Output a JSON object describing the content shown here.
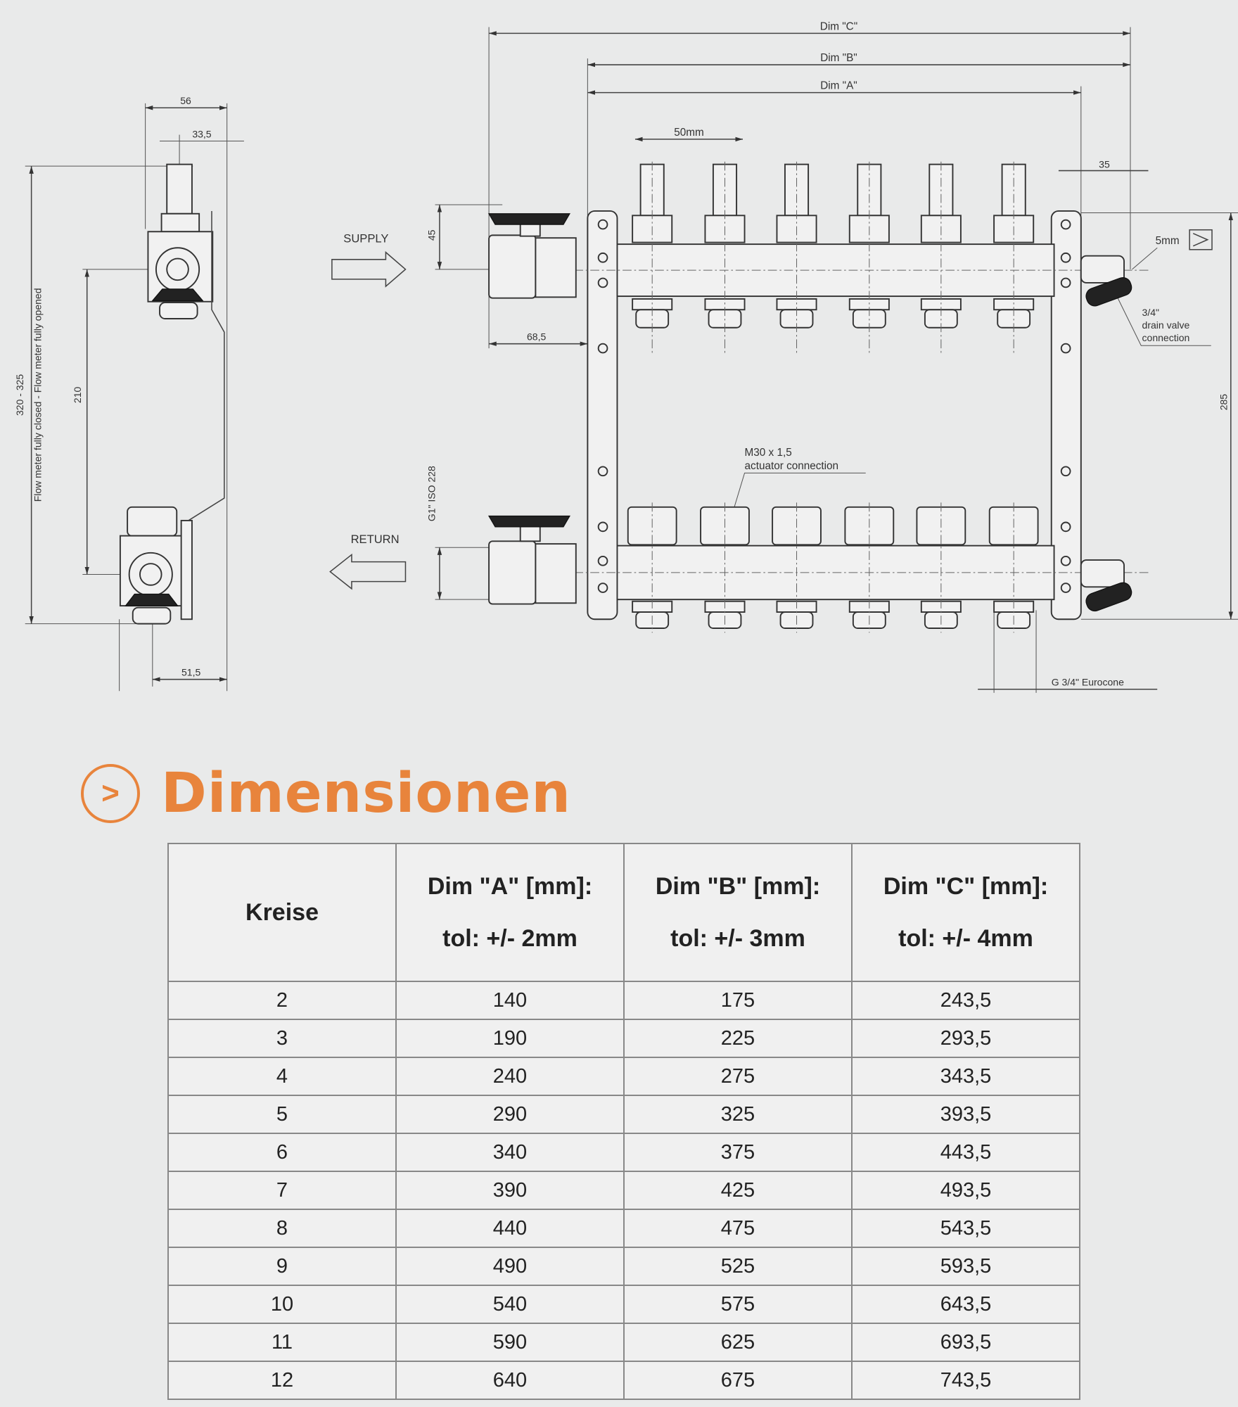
{
  "drawing": {
    "dim_c": "Dim \"C\"",
    "dim_b": "Dim \"B\"",
    "dim_a": "Dim \"A\"",
    "spacing": "50mm",
    "width_56": "56",
    "offset_33_5": "33,5",
    "height_range": "320 - 325",
    "flow_meter_note": "Flow meter fully closed - Flow meter fully opened",
    "height_210": "210",
    "depth_51_5": "51,5",
    "supply": "SUPPLY",
    "return": "RETURN",
    "height_45": "45",
    "thread": "G1\" ISO 228",
    "offset_68_5": "68,5",
    "offset_35": "35",
    "gap_5mm": "5mm",
    "drain_line1": "3/4\"",
    "drain_line2": "drain valve",
    "drain_line3": "connection",
    "height_285": "285",
    "actuator_line1": "M30 x 1,5",
    "actuator_line2": "actuator connection",
    "eurocone": "G 3/4\" Eurocone"
  },
  "section": {
    "icon": "chevron-right-circle-icon",
    "glyph": ">",
    "title": "Dimensionen",
    "accent": "#e8843c"
  },
  "table": {
    "headers": [
      {
        "l1": "Kreise",
        "l2": ""
      },
      {
        "l1": "Dim \"A\" [mm]:",
        "l2": "tol: +/- 2mm"
      },
      {
        "l1": "Dim \"B\" [mm]:",
        "l2": "tol: +/- 3mm"
      },
      {
        "l1": "Dim \"C\" [mm]:",
        "l2": "tol: +/- 4mm"
      }
    ],
    "rows": [
      [
        "2",
        "140",
        "175",
        "243,5"
      ],
      [
        "3",
        "190",
        "225",
        "293,5"
      ],
      [
        "4",
        "240",
        "275",
        "343,5"
      ],
      [
        "5",
        "290",
        "325",
        "393,5"
      ],
      [
        "6",
        "340",
        "375",
        "443,5"
      ],
      [
        "7",
        "390",
        "425",
        "493,5"
      ],
      [
        "8",
        "440",
        "475",
        "543,5"
      ],
      [
        "9",
        "490",
        "525",
        "593,5"
      ],
      [
        "10",
        "540",
        "575",
        "643,5"
      ],
      [
        "11",
        "590",
        "625",
        "693,5"
      ],
      [
        "12",
        "640",
        "675",
        "743,5"
      ]
    ]
  }
}
